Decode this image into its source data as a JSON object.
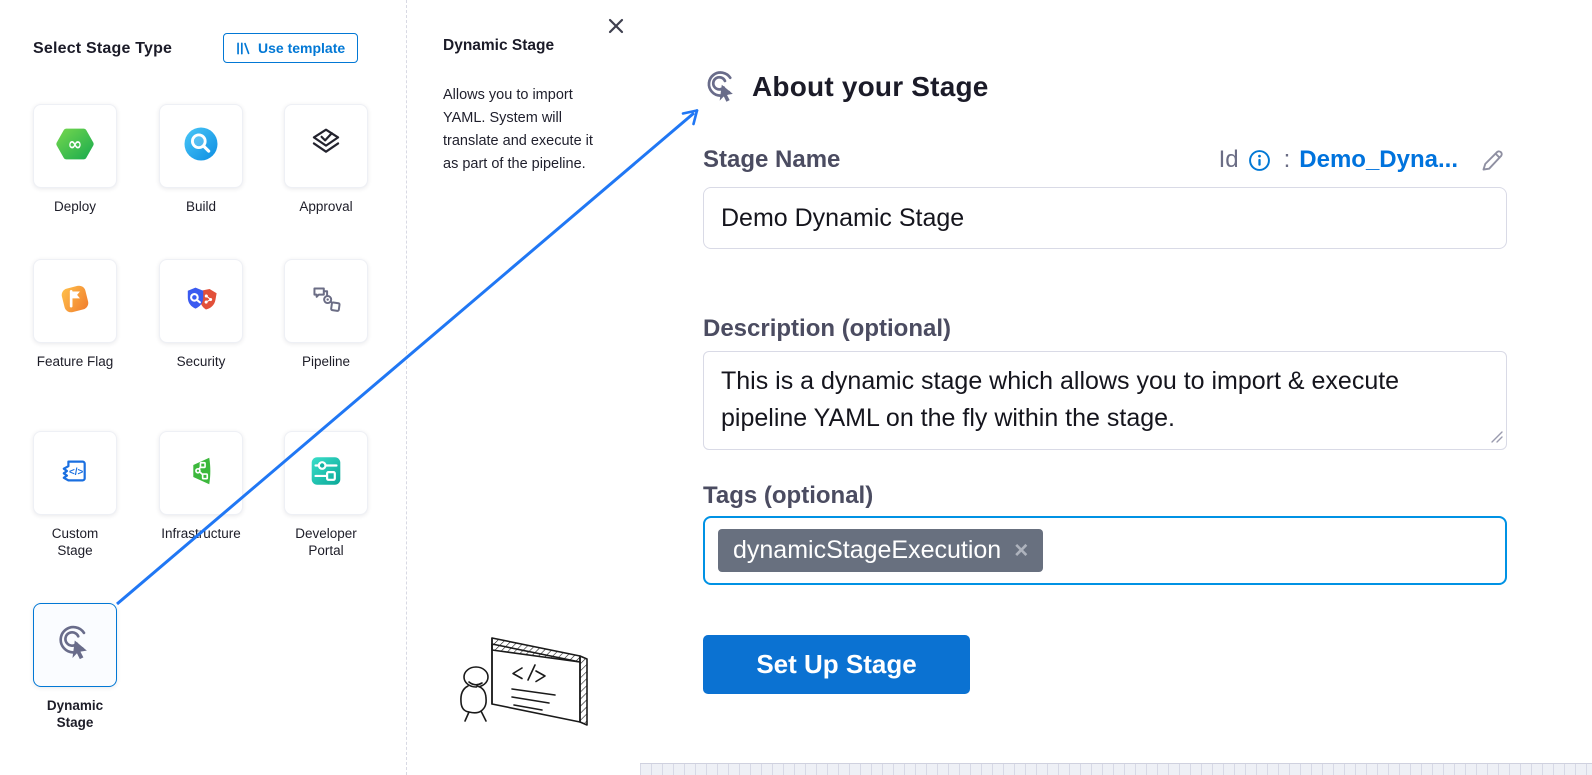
{
  "left_panel": {
    "title": "Select Stage Type",
    "use_template_button": "Use template",
    "stages": [
      {
        "label": "Deploy",
        "icon": "deploy-icon"
      },
      {
        "label": "Build",
        "icon": "build-icon"
      },
      {
        "label": "Approval",
        "icon": "approval-icon"
      },
      {
        "label": "Feature Flag",
        "icon": "feature-flag-icon"
      },
      {
        "label": "Security",
        "icon": "security-icon"
      },
      {
        "label": "Pipeline",
        "icon": "pipeline-icon"
      },
      {
        "label": "Custom Stage",
        "icon": "custom-stage-icon"
      },
      {
        "label": "Infrastructure",
        "icon": "infrastructure-icon"
      },
      {
        "label": "Developer Portal",
        "icon": "developer-portal-icon"
      },
      {
        "label": "Dynamic Stage",
        "icon": "dynamic-stage-icon",
        "selected": true
      }
    ]
  },
  "info_panel": {
    "title": "Dynamic Stage",
    "description": "Allows you to import YAML. System will translate and execute it as part of the pipeline.",
    "close_icon": "close-icon"
  },
  "about_panel": {
    "title": "About your Stage",
    "stage_name_label": "Stage Name",
    "stage_name_value": "Demo Dynamic Stage",
    "id_label": "Id",
    "id_separator": ":",
    "id_value": "Demo_Dyna...",
    "description_label": "Description (optional)",
    "description_value": "This is a dynamic stage which allows you to import & execute pipeline YAML on the fly within the stage.",
    "tags_label": "Tags (optional)",
    "tags": [
      {
        "text": "dynamicStageExecution",
        "remove": "×"
      }
    ],
    "setup_button": "Set Up Stage"
  },
  "colors": {
    "accent_blue": "#0278d5",
    "focus_border": "#0092e4",
    "button_blue": "#0b72d2",
    "link_blue": "#0073dd",
    "tag_chip": "#68707f",
    "connector": "#2077f4",
    "label_gray": "#4b4c61"
  }
}
